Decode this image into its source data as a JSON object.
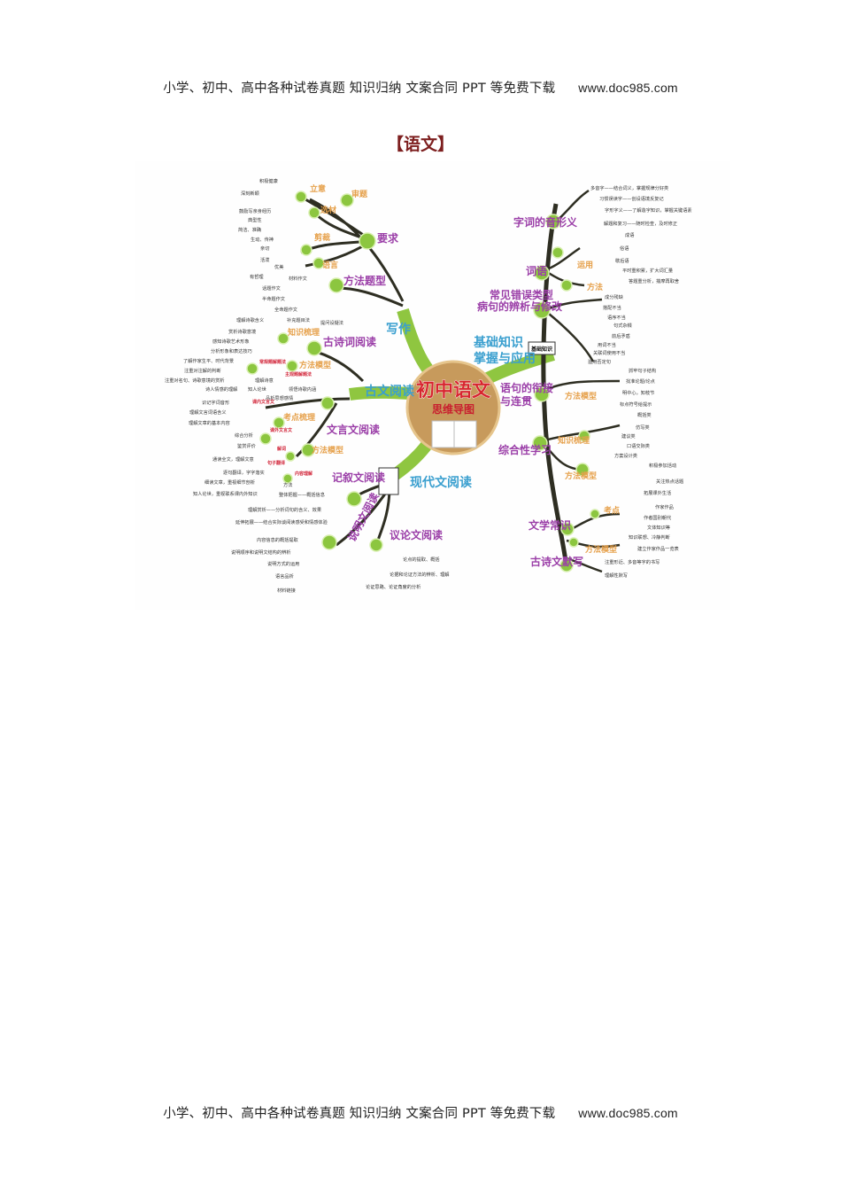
{
  "header": {
    "text": "小学、初中、高中各种试卷真题  知识归纳  文案合同  PPT 等免费下载",
    "url": "www.doc985.com"
  },
  "footer": {
    "text": "小学、初中、高中各种试卷真题  知识归纳  文案合同  PPT 等免费下载",
    "url": "www.doc985.com"
  },
  "title": "【语文】",
  "mindmap": {
    "center_title": "初中语文",
    "center_subtitle": "思维导图",
    "badge": "基础知识",
    "labels": [
      "立意",
      "审题",
      "选材",
      "剪裁",
      "语言",
      "要求",
      "方法题型",
      "写作",
      "积极健康",
      "深刻新颖",
      "鼓励写亲身经历",
      "典型性",
      "简洁、准确",
      "生动、传神",
      "亲切",
      "活泼",
      "优美",
      "有哲理",
      "材料作文",
      "话题作文",
      "半命题作文",
      "全命题作文",
      "补充题目法",
      "提问设疑法",
      "理解诗歌含义",
      "赏析诗歌意境",
      "感知诗歌艺术形象",
      "分析形象和表达技巧",
      "了解作家生平、时代背景",
      "注重对注解的判断",
      "注重对名句、诗歌意境的赏析",
      "诗人情感的理解",
      "知人论世",
      "理解诗意",
      "领悟诗歌内涵",
      "品析思想感情",
      "知识梳理",
      "古诗词阅读",
      "方法模型",
      "古文阅读",
      "常规题解题法",
      "主观题解题法",
      "识记字词音形",
      "理解文言词语含义",
      "理解文章的基本内容",
      "课内文言文",
      "考点梳理",
      "课外文言文",
      "综合分析",
      "鉴赏评价",
      "文言文阅读",
      "解词",
      "方法模型",
      "通读全文，理解文意",
      "句子翻译",
      "逐句翻译，字字落实",
      "内容理解",
      "细读文章，重视细节剖析",
      "方法",
      "知人论世，重视联系课内外知识",
      "整体把握——概括信息",
      "记叙文阅读",
      "现代文阅读",
      "议论文阅读",
      "理解赏析——分析词句的含义、效果",
      "延伸拓展——结合实际谈阅读感受和情感体验",
      "内容信息的概括提取",
      "说明顺序和说明文结构的辨析",
      "说明方式的运用",
      "语言品析",
      "材料链接",
      "论点的提取、概括",
      "论据和论证方法的辨析、理解",
      "论证思路、论证角度的分析",
      "基础知识",
      "掌握与应用",
      "字词的音形义",
      "多音字——结合词义，掌握规律分好类",
      "习惯误读字——创设语境反复记",
      "字形字义——了解造字知识，掌握关键语素",
      "解题和复习——随时检查，及时修正",
      "成语",
      "俗语",
      "歇后语",
      "平时重积累，扩大词汇量",
      "答题重分析，揣摩再取舍",
      "词语",
      "运用",
      "方法",
      "常见错误类型",
      "病句的辨析与修改",
      "成分残缺",
      "搭配不当",
      "语序不当",
      "句式杂糅",
      "前后矛盾",
      "用词不当",
      "关联词使用不当",
      "滥用否定句",
      "语句的衔接",
      "与连贯",
      "抓牢句子结构",
      "找准论题/论点",
      "明中心，知枝节",
      "标点符号给提示",
      "方法模型",
      "综合性学习",
      "知识梳理",
      "概括类",
      "仿写类",
      "建议类",
      "口语交际类",
      "方案设计类",
      "方法模型",
      "积极参加活动",
      "关注热点话题",
      "拓展课外生活",
      "文学常识",
      "考点",
      "作家作品",
      "作者国别朝代",
      "文体知识等",
      "知识联想、冷静判断",
      "建立作家作品一览表",
      "方法模型",
      "古诗文默写",
      "注重形近、多音等字的书写",
      "理解性默写",
      "说明文阅读"
    ]
  }
}
